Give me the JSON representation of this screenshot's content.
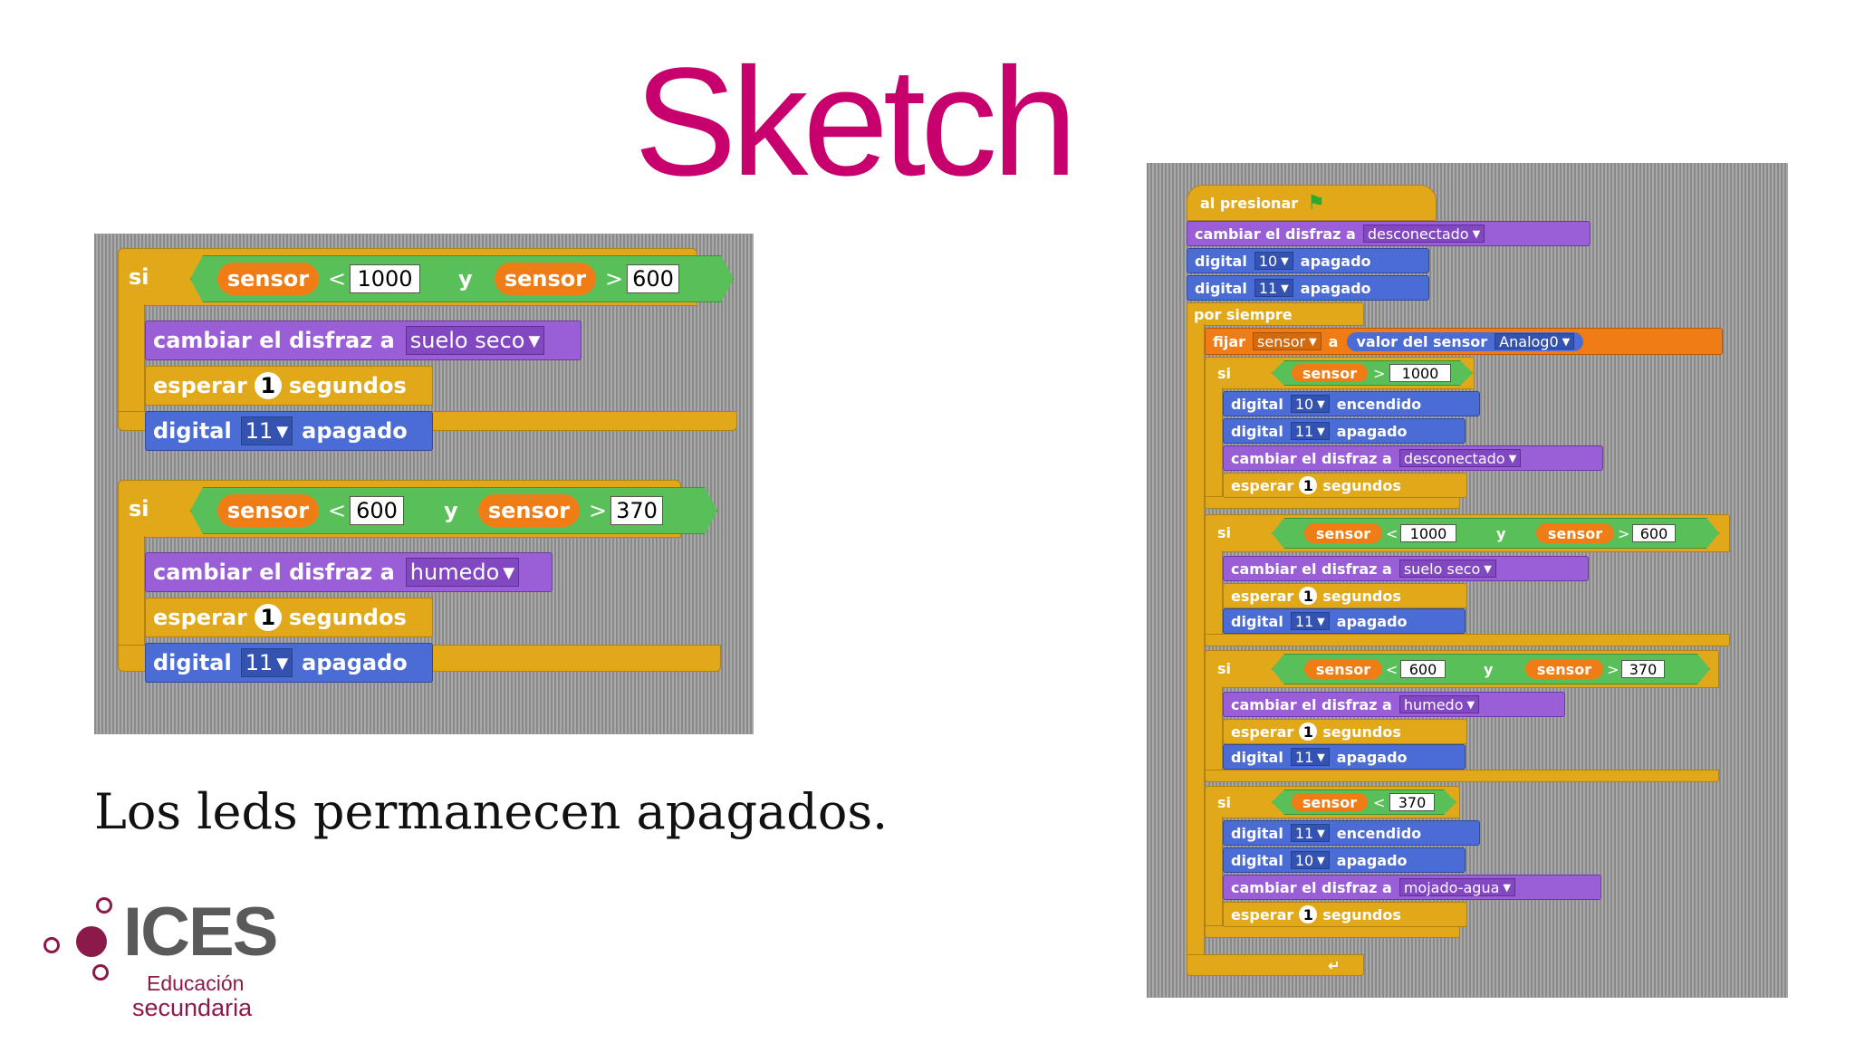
{
  "slide": {
    "title": "Sketch",
    "caption": "Los leds permanecen apagados."
  },
  "logo": {
    "word": "ICES",
    "line1": "Educación",
    "line2": "secundaria"
  },
  "colors": {
    "title": "#c8006e",
    "control": "#e1a91a",
    "looks": "#9a5fd6",
    "arduino": "#4a6cd4",
    "operators": "#59c059",
    "variables": "#f07c16"
  },
  "left_script": {
    "if1": {
      "kw": "si",
      "var1": "sensor",
      "op1": "<",
      "val1": "1000",
      "and": "y",
      "var2": "sensor",
      "op2": ">",
      "val2": "600"
    },
    "if1_body": {
      "costume_kw": "cambiar el disfraz a",
      "costume": "suelo seco",
      "wait_kw": "esperar",
      "wait_val": "1",
      "wait_unit": "segundos",
      "digital_kw": "digital",
      "pin": "11",
      "state": "apagado"
    },
    "if2": {
      "kw": "si",
      "var1": "sensor",
      "op1": "<",
      "val1": "600",
      "and": "y",
      "var2": "sensor",
      "op2": ">",
      "val2": "370"
    },
    "if2_body": {
      "costume_kw": "cambiar el disfraz a",
      "costume": "humedo",
      "wait_kw": "esperar",
      "wait_val": "1",
      "wait_unit": "segundos",
      "digital_kw": "digital",
      "pin": "11",
      "state": "apagado"
    }
  },
  "right_script": {
    "hat": "al presionar",
    "b1": {
      "kw": "cambiar el disfraz a",
      "val": "desconectado"
    },
    "b2": {
      "kw": "digital",
      "pin": "10",
      "state": "apagado"
    },
    "b3": {
      "kw": "digital",
      "pin": "11",
      "state": "apagado"
    },
    "forever": "por siempre",
    "set": {
      "kw": "fijar",
      "var": "sensor",
      "a": "a",
      "sensor_kw": "valor del sensor",
      "sensor_val": "Analog0"
    },
    "ifA": {
      "kw": "si",
      "var": "sensor",
      "op": ">",
      "val": "1000"
    },
    "ifA_body": [
      {
        "kw": "digital",
        "pin": "10",
        "state": "encendido"
      },
      {
        "kw": "digital",
        "pin": "11",
        "state": "apagado"
      }
    ],
    "ifA_costume": {
      "kw": "cambiar el disfraz a",
      "val": "desconectado"
    },
    "ifA_wait": {
      "kw": "esperar",
      "val": "1",
      "unit": "segundos"
    },
    "ifB": {
      "kw": "si",
      "var1": "sensor",
      "op1": "<",
      "val1": "1000",
      "and": "y",
      "var2": "sensor",
      "op2": ">",
      "val2": "600"
    },
    "ifB_costume": {
      "kw": "cambiar el disfraz a",
      "val": "suelo seco"
    },
    "ifB_wait": {
      "kw": "esperar",
      "val": "1",
      "unit": "segundos"
    },
    "ifB_digital": {
      "kw": "digital",
      "pin": "11",
      "state": "apagado"
    },
    "ifC": {
      "kw": "si",
      "var1": "sensor",
      "op1": "<",
      "val1": "600",
      "and": "y",
      "var2": "sensor",
      "op2": ">",
      "val2": "370"
    },
    "ifC_costume": {
      "kw": "cambiar el disfraz a",
      "val": "humedo"
    },
    "ifC_wait": {
      "kw": "esperar",
      "val": "1",
      "unit": "segundos"
    },
    "ifC_digital": {
      "kw": "digital",
      "pin": "11",
      "state": "apagado"
    },
    "ifD": {
      "kw": "si",
      "var": "sensor",
      "op": "<",
      "val": "370"
    },
    "ifD_digital1": {
      "kw": "digital",
      "pin": "11",
      "state": "encendido"
    },
    "ifD_digital2": {
      "kw": "digital",
      "pin": "10",
      "state": "apagado"
    },
    "ifD_costume": {
      "kw": "cambiar el disfraz a",
      "val": "mojado-agua"
    },
    "ifD_wait": {
      "kw": "esperar",
      "val": "1",
      "unit": "segundos"
    }
  }
}
